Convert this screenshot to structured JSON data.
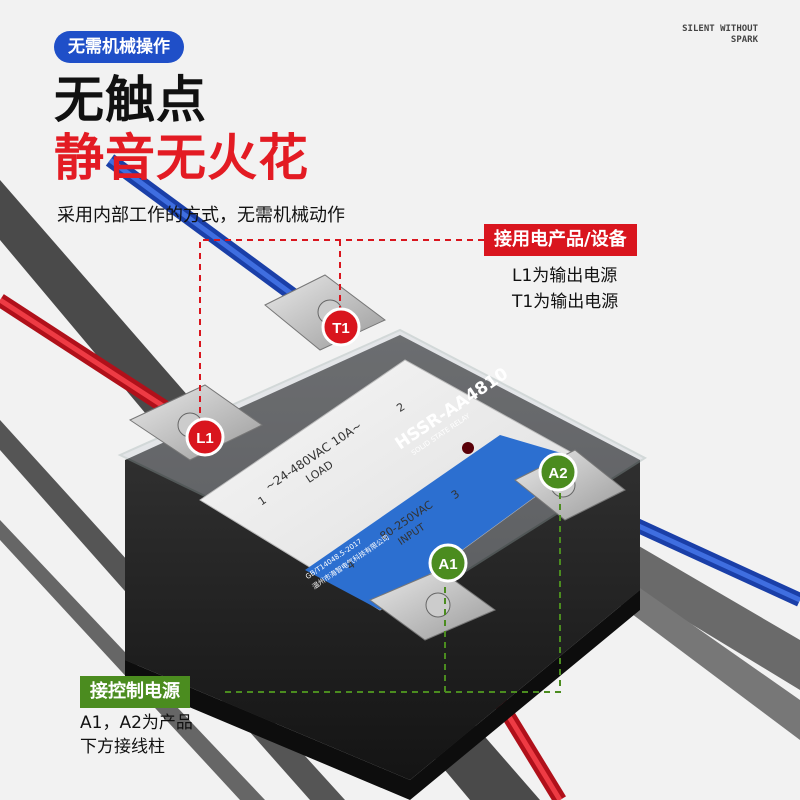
{
  "badge": "无需机械操作",
  "brand": {
    "line1": "SILENT WITHOUT",
    "line2": "SPARK"
  },
  "headline": "无触点",
  "headline_red": "静音无火花",
  "subtitle": "采用内部工作的方式，无需机械动作",
  "load_box": {
    "title": "接用电产品/设备",
    "lines": [
      "L1为输出电源",
      "T1为输出电源"
    ]
  },
  "control_box": {
    "title": "接控制电源",
    "lines": [
      "A1，A2为产品",
      "下方接线柱"
    ]
  },
  "relay": {
    "model": "HSSR-AA4810",
    "type": "SOLID STATE RELAY",
    "load_rating": "~24-480VAC 10A~",
    "load_label": "LOAD",
    "input_rating": "80-250VAC",
    "input_label": "INPUT",
    "standard": "GB/T14048.5-2017",
    "maker": "温州市海智电气科技有限公司",
    "pin1": "1",
    "pin2": "2",
    "pin3": "3",
    "pin4": "4"
  },
  "terminals": {
    "l1": "L1",
    "t1": "T1",
    "a1": "A1",
    "a2": "A2"
  },
  "colors": {
    "red": "#d9151e",
    "green": "#4b8c1f",
    "blue_badge": "#1f4fc8",
    "label_blue": "#2c6fd0"
  }
}
